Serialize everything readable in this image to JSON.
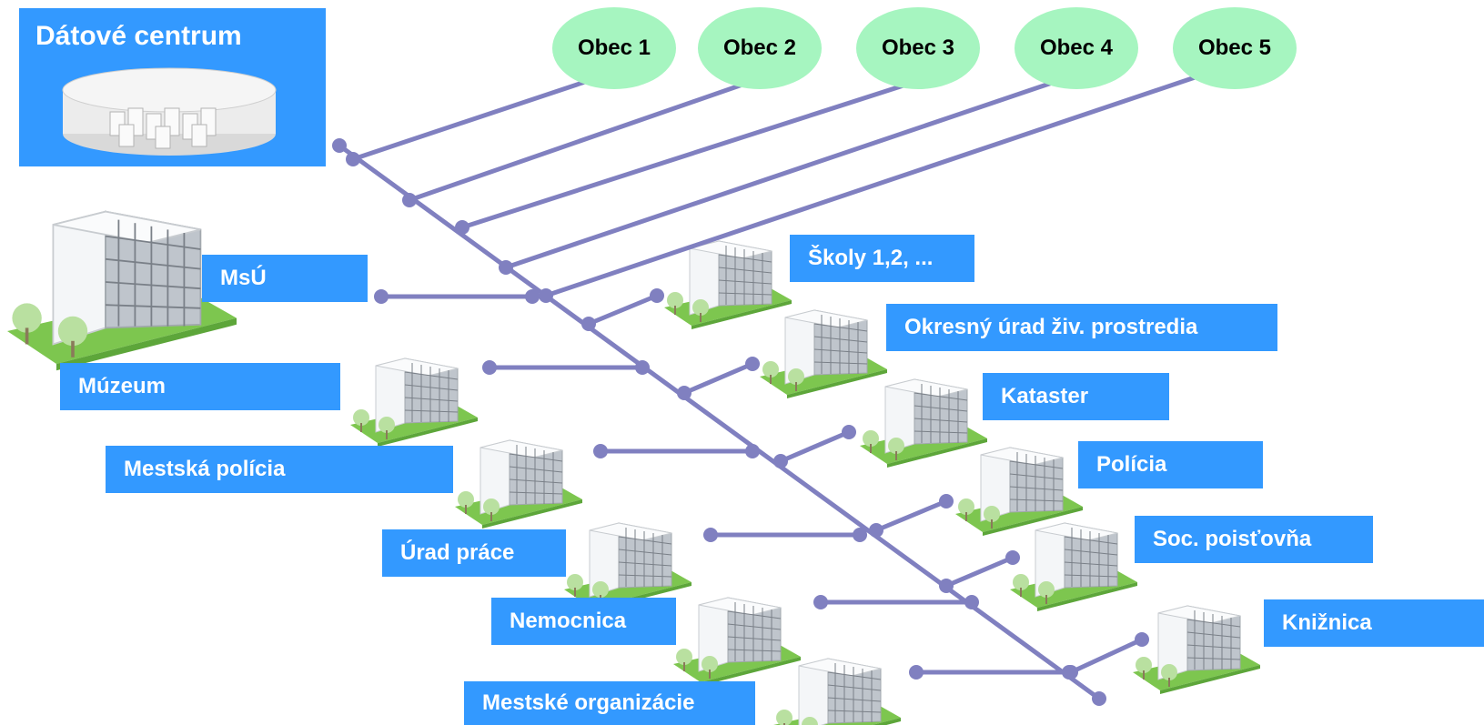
{
  "datacenter": {
    "title": "Dátové centrum"
  },
  "municipalities": [
    {
      "label": "Obec 1"
    },
    {
      "label": "Obec 2"
    },
    {
      "label": "Obec 3"
    },
    {
      "label": "Obec 4"
    },
    {
      "label": "Obec 5"
    }
  ],
  "left_nodes": [
    {
      "label": "MsÚ"
    },
    {
      "label": "Múzeum"
    },
    {
      "label": "Mestská polícia"
    },
    {
      "label": "Úrad práce"
    },
    {
      "label": "Nemocnica"
    },
    {
      "label": "Mestské organizácie"
    }
  ],
  "right_nodes": [
    {
      "label": "Školy 1,2, ..."
    },
    {
      "label": "Okresný úrad živ.  prostredia"
    },
    {
      "label": "Kataster"
    },
    {
      "label": "Polícia"
    },
    {
      "label": "Soc. poisťovňa"
    },
    {
      "label": "Knižnica"
    }
  ],
  "colors": {
    "label_bg": "#3399ff",
    "ellipse": "#a6f5c0",
    "line": "#8080c0",
    "building": "#e8ebee",
    "grass": "#7dc64f"
  }
}
